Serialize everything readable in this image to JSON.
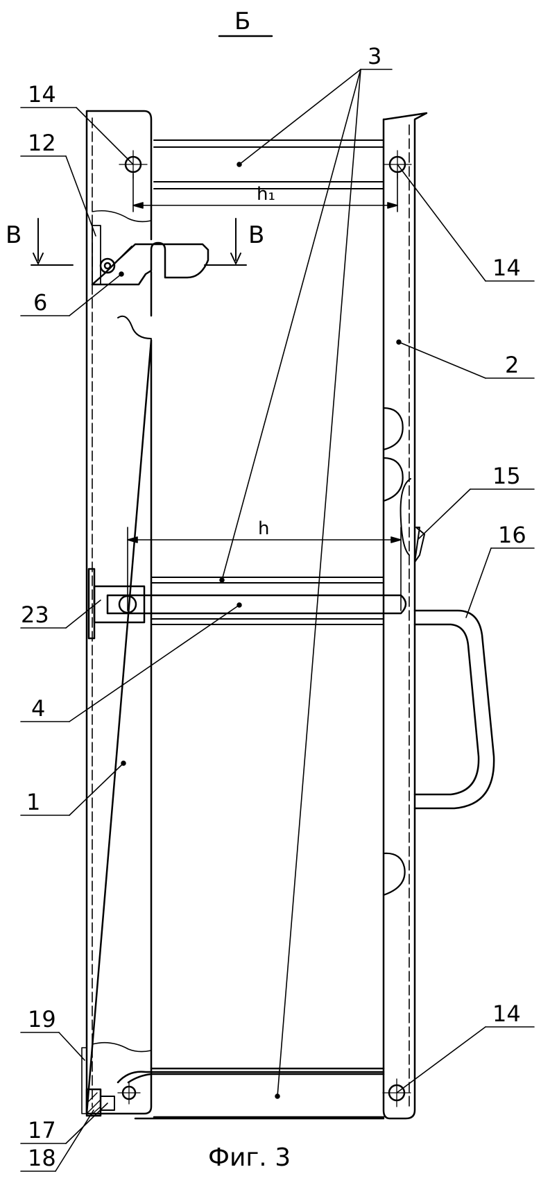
{
  "view_label": "Б",
  "section_labels": [
    "В",
    "В"
  ],
  "dimensions": {
    "h1": "h₁",
    "h": "h"
  },
  "callouts": {
    "c3": "3",
    "c14_top_left": "14",
    "c12": "12",
    "c14_top_right": "14",
    "c6": "6",
    "c2": "2",
    "c15": "15",
    "c16": "16",
    "c23": "23",
    "c4": "4",
    "c1": "1",
    "c14_bottom": "14",
    "c19": "19",
    "c17": "17",
    "c18": "18"
  },
  "caption": "Фиг. 3"
}
